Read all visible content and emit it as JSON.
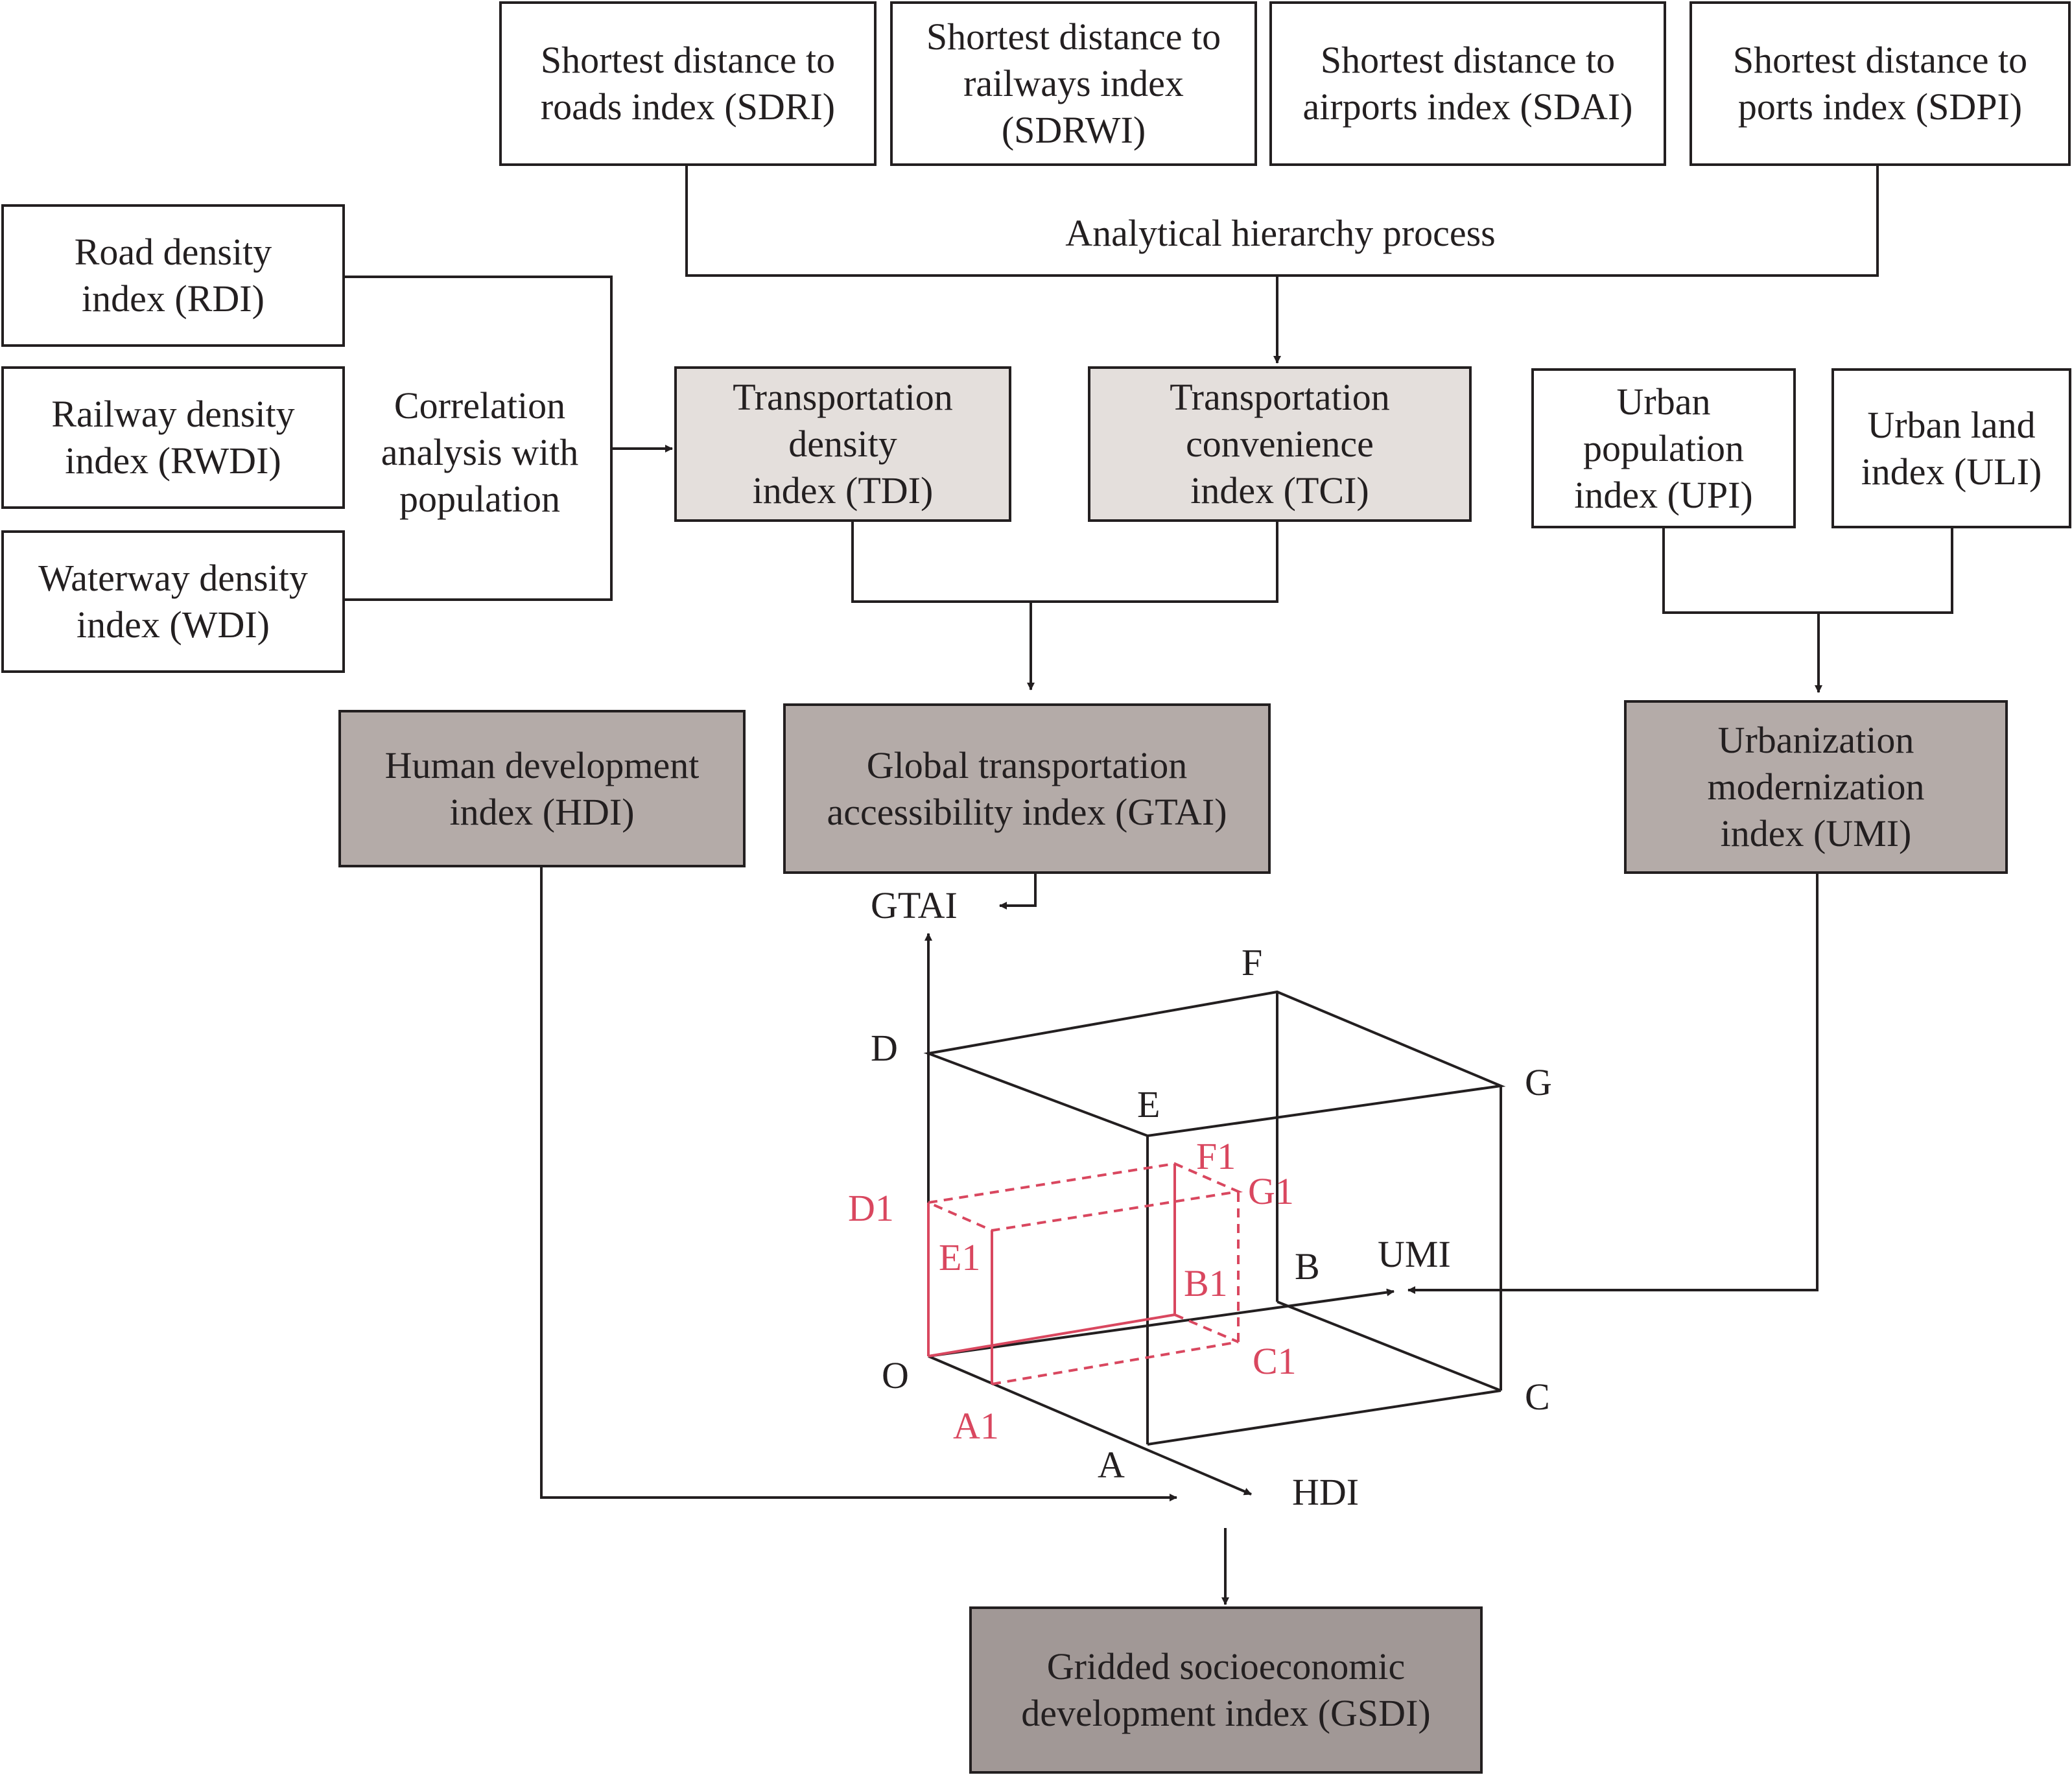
{
  "colors": {
    "stroke": "#231f20",
    "box_white": "#ffffff",
    "box_light": "#e4dfdc",
    "box_mid": "#b4aba8",
    "box_dark": "#a19896",
    "inner_cuboid": "#d9475f"
  },
  "boxes": {
    "sdri": "Shortest distance to\nroads index (SDRI)",
    "sdrwi": "Shortest distance to\nrailways index\n(SDRWI)",
    "sdai": "Shortest distance to\nairports index (SDAI)",
    "sdpi": "Shortest distance to\nports index (SDPI)",
    "rdi": "Road density\nindex (RDI)",
    "rwdi": "Railway density\nindex (RWDI)",
    "wdi": "Waterway density\nindex (WDI)",
    "tdi": "Transportation\ndensity\nindex (TDI)",
    "tci": "Transportation\nconvenience\nindex (TCI)",
    "upi": "Urban\npopulation\nindex (UPI)",
    "uli": "Urban land\nindex (ULI)",
    "hdi": "Human development\nindex (HDI)",
    "gtai": "Global transportation\naccessibility index (GTAI)",
    "umi": "Urbanization\nmodernization\nindex (UMI)",
    "gsdi": "Gridded socioeconomic\ndevelopment index (GSDI)"
  },
  "process_labels": {
    "ahp": "Analytical hierarchy process",
    "correlation": "Correlation\nanalysis with\npopulation"
  },
  "axes": {
    "y": "GTAI",
    "x": "HDI",
    "z": "UMI"
  },
  "outer_points": [
    "O",
    "A",
    "B",
    "C",
    "D",
    "E",
    "F",
    "G"
  ],
  "inner_points": [
    "A1",
    "B1",
    "C1",
    "D1",
    "E1",
    "F1",
    "G1"
  ]
}
